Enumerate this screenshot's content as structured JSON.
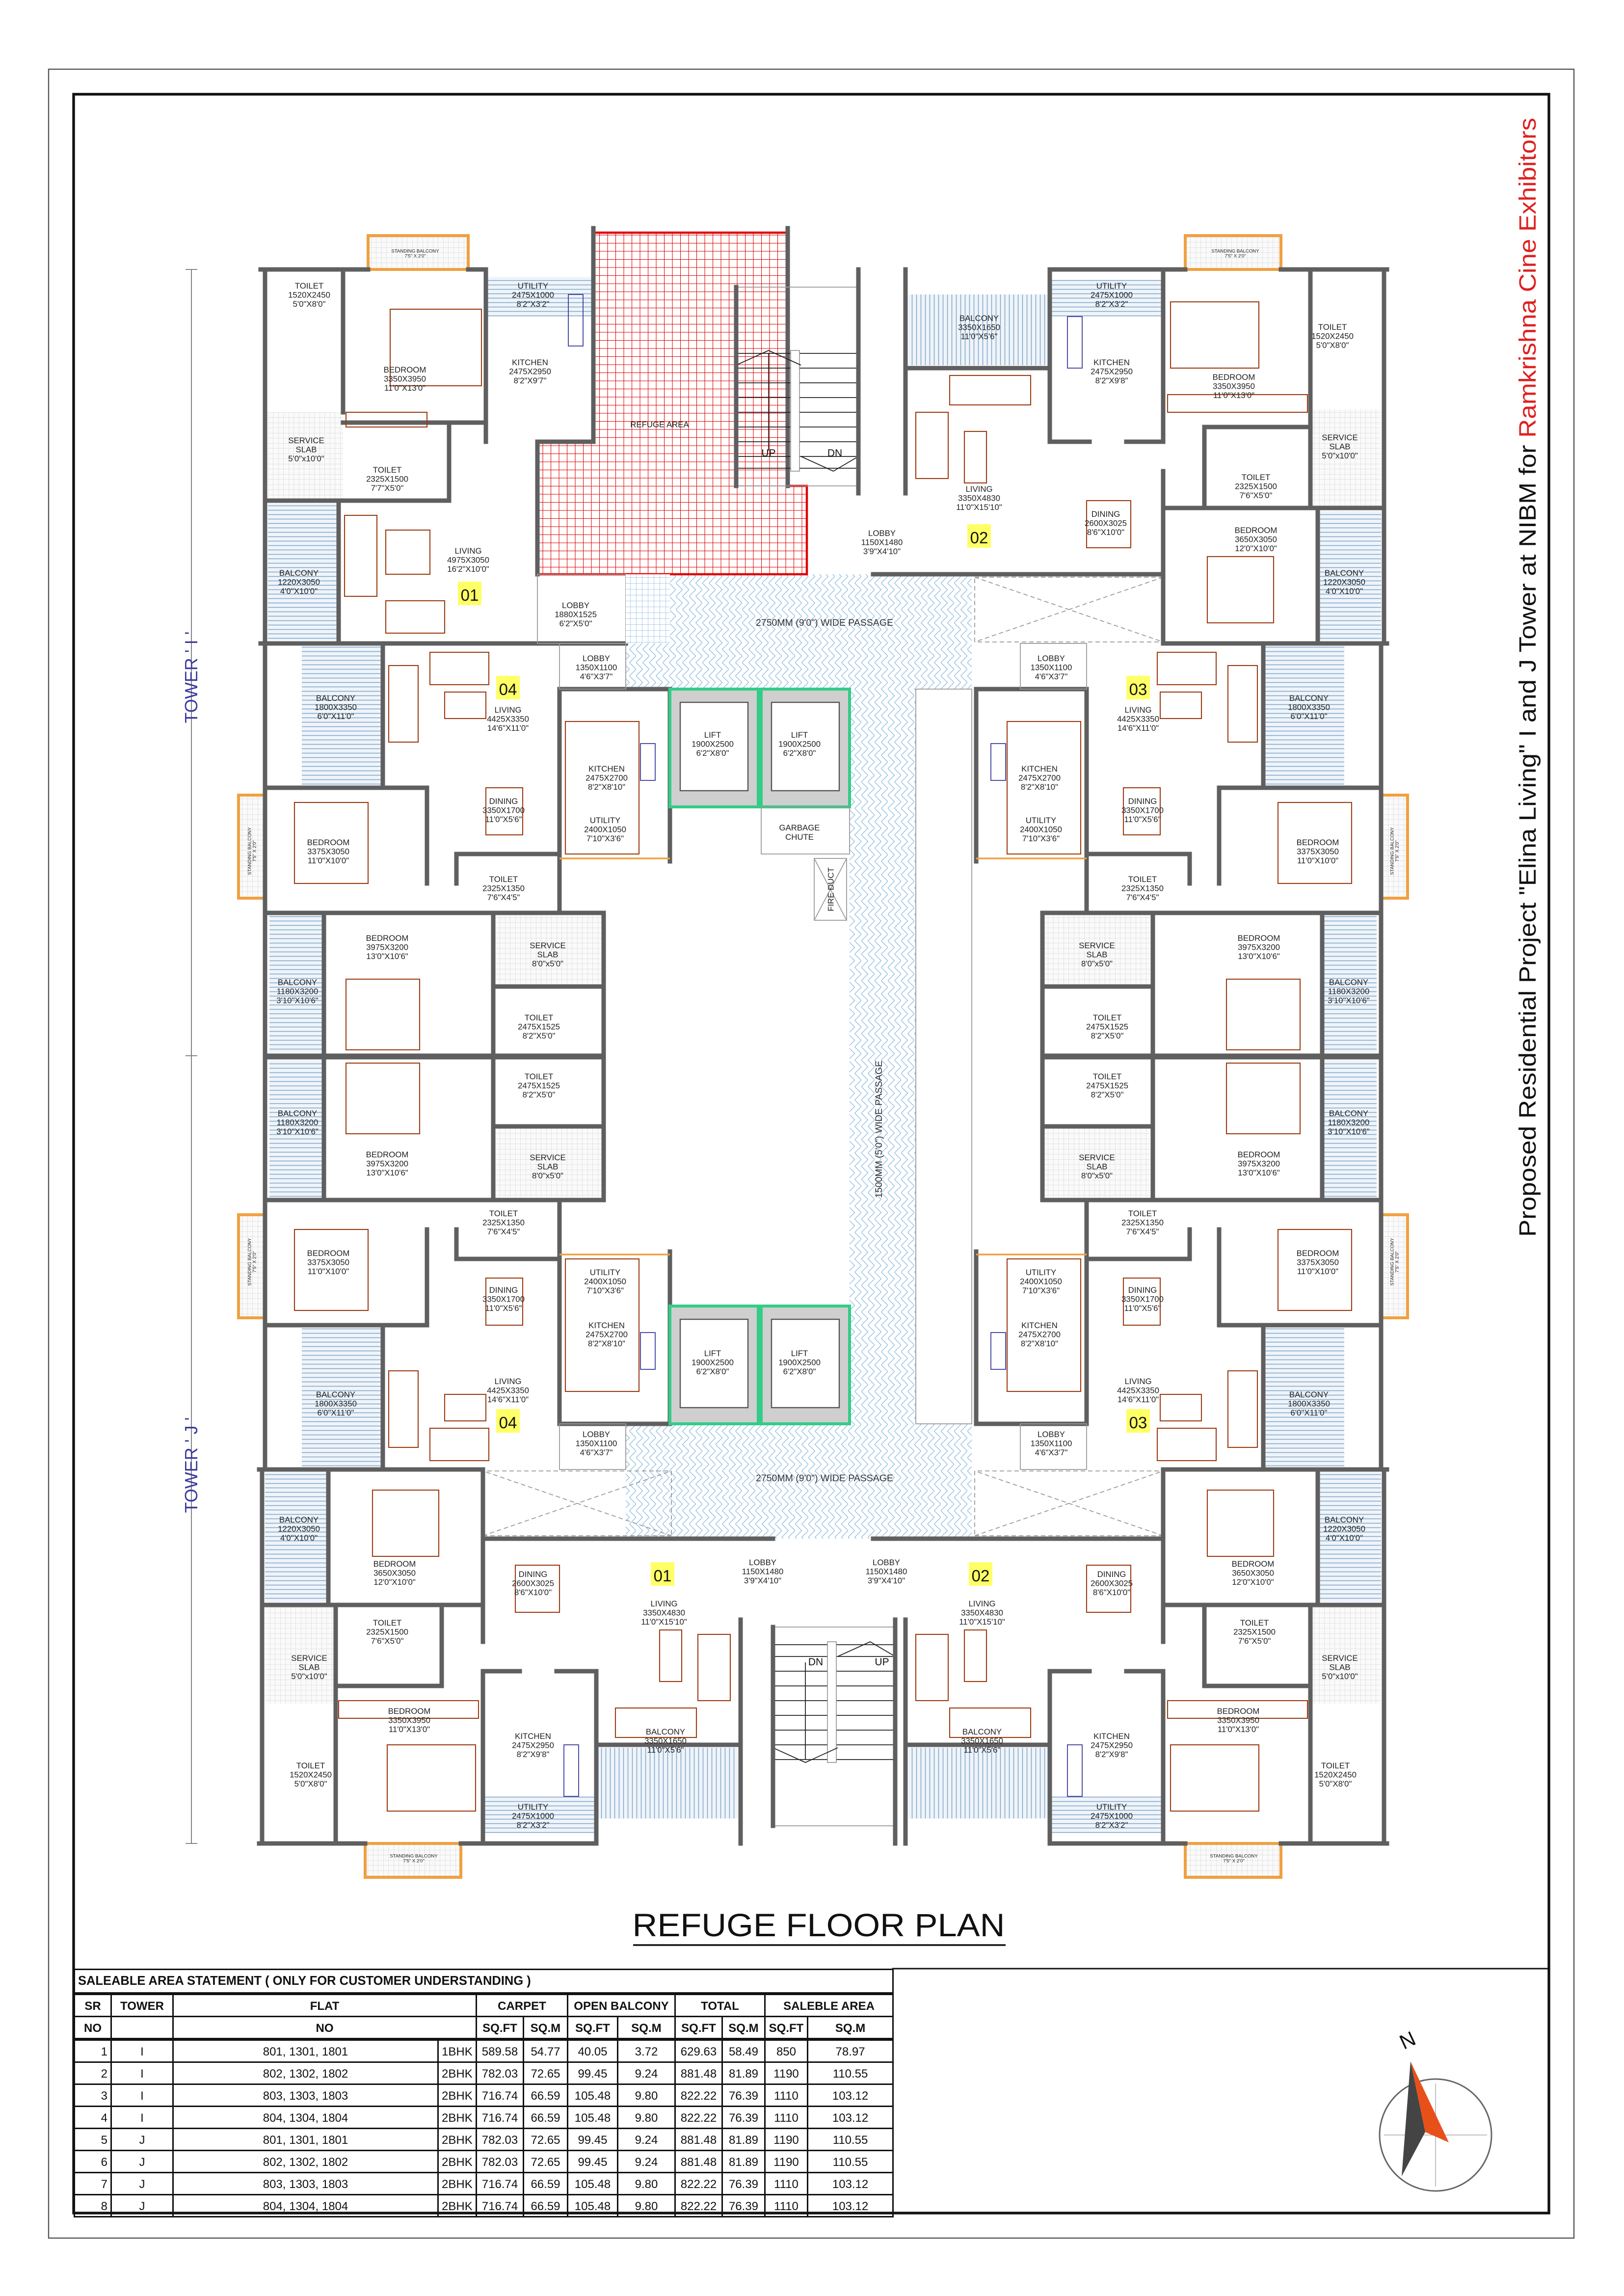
{
  "project_title": {
    "main": "Proposed Residential Project \"Elina Living\" I and J Tower at NIBM for ",
    "client": "Ramkrishna Cine Exhibitors",
    "client_color": "#e02020"
  },
  "plan_title": "REFUGE FLOOR PLAN",
  "towers": [
    "TOWER ' I '",
    "TOWER ' J '"
  ],
  "north_label": "N",
  "colors": {
    "refuge": "#e00000",
    "lift_core": "#33cc88",
    "tag_bg": "#ffff66",
    "standing_balcony": "#f0a040",
    "furniture": "#9b3b12"
  },
  "flat_tags": [
    "01",
    "02",
    "04",
    "03",
    "04",
    "03",
    "01",
    "02"
  ],
  "stairs": [
    "UP",
    "DN",
    "DN",
    "UP"
  ],
  "passages": [
    "2750MM (9'0\") WIDE PASSAGE",
    "1500MM (5'0\") WIDE PASSAGE",
    "2750MM (9'0\") WIDE PASSAGE"
  ],
  "rooms": [
    {
      "n": "STANDING BALCONY",
      "a": "7'5\" X 2'0\""
    },
    {
      "n": "TOILET",
      "a": "1520X2450",
      "b": "5'0\"X8'0\""
    },
    {
      "n": "BEDROOM",
      "a": "3350X3950",
      "b": "11'0\"X13'0\""
    },
    {
      "n": "UTILITY",
      "a": "2475X1000",
      "b": "8'2\"X3'2\""
    },
    {
      "n": "KITCHEN",
      "a": "2475X2950",
      "b": "8'2\"X9'7\""
    },
    {
      "n": "SERVICE",
      "a": "SLAB",
      "b": "5'0\"x10'0\""
    },
    {
      "n": "TOILET",
      "a": "2325X1500",
      "b": "7'7\"X5'0\""
    },
    {
      "n": "LIVING",
      "a": "4975X3050",
      "b": "16'2\"X10'0\""
    },
    {
      "n": "BALCONY",
      "a": "1220X3050",
      "b": "4'0\"X10'0\""
    },
    {
      "n": "LOBBY",
      "a": "1880X1525",
      "b": "6'2\"X5'0\""
    },
    {
      "n": "REFUGE AREA"
    },
    {
      "n": "LOBBY",
      "a": "1150X1480",
      "b": "3'9\"X4'10\""
    },
    {
      "n": "BALCONY",
      "a": "3350X1650",
      "b": "11'0\"X5'6\""
    },
    {
      "n": "UTILITY",
      "a": "2475X1000",
      "b": "8'2\"X3'2\""
    },
    {
      "n": "KITCHEN",
      "a": "2475X2950",
      "b": "8'2\"X9'8\""
    },
    {
      "n": "BEDROOM",
      "a": "3350X3950",
      "b": "11'0\"X13'0\""
    },
    {
      "n": "TOILET",
      "a": "1520X2450",
      "b": "5'0\"X8'0\""
    },
    {
      "n": "SERVICE",
      "a": "SLAB",
      "b": "5'0\"x10'0\""
    },
    {
      "n": "TOILET",
      "a": "2325X1500",
      "b": "7'6\"X5'0\""
    },
    {
      "n": "LIVING",
      "a": "3350X4830",
      "b": "11'0\"X15'10\""
    },
    {
      "n": "DINING",
      "a": "2600X3025",
      "b": "8'6\"X10'0\""
    },
    {
      "n": "BEDROOM",
      "a": "3650X3050",
      "b": "12'0\"X10'0\""
    },
    {
      "n": "BALCONY",
      "a": "1220X3050",
      "b": "4'0\"X10'0\""
    },
    {
      "n": "STANDING BALCONY",
      "a": "7'5\" X 2'0\""
    },
    {
      "n": "LOBBY",
      "a": "1350X1100",
      "b": "4'6\"X3'7\""
    },
    {
      "n": "LIVING",
      "a": "4425X3350",
      "b": "14'6\"X11'0\""
    },
    {
      "n": "BALCONY",
      "a": "1800X3350",
      "b": "6'0\"X11'0\""
    },
    {
      "n": "KITCHEN",
      "a": "2475X2700",
      "b": "8'2\"X8'10\""
    },
    {
      "n": "DINING",
      "a": "3350X1700",
      "b": "11'0\"X5'6\""
    },
    {
      "n": "UTILITY",
      "a": "2400X1050",
      "b": "7'10\"X3'6\""
    },
    {
      "n": "BEDROOM",
      "a": "3375X3050",
      "b": "11'0\"X10'0\""
    },
    {
      "n": "STANDING BALCONY",
      "a": "7'5\" X 2'0\""
    },
    {
      "n": "TOILET",
      "a": "2325X1350",
      "b": "7'6\"X4'5\""
    },
    {
      "n": "BEDROOM",
      "a": "3975X3200",
      "b": "13'0\"X10'6\""
    },
    {
      "n": "SERVICE",
      "a": "SLAB",
      "b": "8'0\"x5'0\""
    },
    {
      "n": "BALCONY",
      "a": "1180X3200",
      "b": "3'10\"X10'6\""
    },
    {
      "n": "TOILET",
      "a": "2475X1525",
      "b": "8'2\"X5'0\""
    },
    {
      "n": "LOBBY",
      "a": "1350X1100",
      "b": "4'6\"X3'7\""
    },
    {
      "n": "LIVING",
      "a": "4425X3350",
      "b": "14'6\"X11'0\""
    },
    {
      "n": "BALCONY",
      "a": "1800X3350",
      "b": "6'0\"X11'0\""
    },
    {
      "n": "KITCHEN",
      "a": "2475X2700",
      "b": "8'2\"X8'10\""
    },
    {
      "n": "DINING",
      "a": "3350X1700",
      "b": "11'0\"X5'6\""
    },
    {
      "n": "UTILITY",
      "a": "2400X1050",
      "b": "7'10\"X3'6\""
    },
    {
      "n": "BEDROOM",
      "a": "3375X3050",
      "b": "11'0\"X10'0\""
    },
    {
      "n": "STANDING BALCONY",
      "a": "7'5\" X 2'0\""
    },
    {
      "n": "TOILET",
      "a": "2325X1350",
      "b": "7'6\"X4'5\""
    },
    {
      "n": "BEDROOM",
      "a": "3975X3200",
      "b": "13'0\"X10'6\""
    },
    {
      "n": "SERVICE",
      "a": "SLAB",
      "b": "8'0\"x5'0\""
    },
    {
      "n": "BALCONY",
      "a": "1180X3200",
      "b": "3'10\"X10'6\""
    },
    {
      "n": "TOILET",
      "a": "2475X1525",
      "b": "8'2\"X5'0\""
    },
    {
      "n": "LIFT",
      "a": "1900X2500",
      "b": "6'2\"X8'0\""
    },
    {
      "n": "LIFT",
      "a": "1900X2500",
      "b": "6'2\"X8'0\""
    },
    {
      "n": "GARBAGE",
      "a": "CHUTE"
    },
    {
      "n": "FIRE DUCT"
    },
    {
      "n": "LIFT",
      "a": "1900X2500",
      "b": "6'2\"X8'0\""
    },
    {
      "n": "LIFT",
      "a": "1900X2500",
      "b": "6'2\"X8'0\""
    },
    {
      "n": "TOILET",
      "a": "2475X1525",
      "b": "8'2\"X5'0\""
    },
    {
      "n": "BALCONY",
      "a": "1180X3200",
      "b": "3'10\"X10'6\""
    },
    {
      "n": "BEDROOM",
      "a": "3975X3200",
      "b": "13'0\"X10'6\""
    },
    {
      "n": "SERVICE",
      "a": "SLAB",
      "b": "8'0\"x5'0\""
    },
    {
      "n": "TOILET",
      "a": "2325X1350",
      "b": "7'6\"X4'5\""
    },
    {
      "n": "BEDROOM",
      "a": "3375X3050",
      "b": "11'0\"X10'0\""
    },
    {
      "n": "STANDING BALCONY",
      "a": "7'5\" X 2'0\""
    },
    {
      "n": "UTILITY",
      "a": "2400X1050",
      "b": "7'10\"X3'6\""
    },
    {
      "n": "DINING",
      "a": "3350X1700",
      "b": "11'0\"X5'6\""
    },
    {
      "n": "KITCHEN",
      "a": "2475X2700",
      "b": "8'2\"X8'10\""
    },
    {
      "n": "BALCONY",
      "a": "1800X3350",
      "b": "6'0\"X11'0\""
    },
    {
      "n": "LIVING",
      "a": "4425X3350",
      "b": "14'6\"X11'0\""
    },
    {
      "n": "LOBBY",
      "a": "1350X1100",
      "b": "4'6\"X3'7\""
    },
    {
      "n": "TOILET",
      "a": "2475X1525",
      "b": "8'2\"X5'0\""
    },
    {
      "n": "BALCONY",
      "a": "1180X3200",
      "b": "3'10\"X10'6\""
    },
    {
      "n": "BEDROOM",
      "a": "3975X3200",
      "b": "13'0\"X10'6\""
    },
    {
      "n": "SERVICE",
      "a": "SLAB",
      "b": "8'0\"x5'0\""
    },
    {
      "n": "TOILET",
      "a": "2325X1350",
      "b": "7'6\"X4'5\""
    },
    {
      "n": "BEDROOM",
      "a": "3375X3050",
      "b": "11'0\"X10'0\""
    },
    {
      "n": "STANDING BALCONY",
      "a": "7'5\" X 2'0\""
    },
    {
      "n": "UTILITY",
      "a": "2400X1050",
      "b": "7'10\"X3'6\""
    },
    {
      "n": "DINING",
      "a": "3350X1700",
      "b": "11'0\"X5'6\""
    },
    {
      "n": "KITCHEN",
      "a": "2475X2700",
      "b": "8'2\"X8'10\""
    },
    {
      "n": "BALCONY",
      "a": "1800X3350",
      "b": "6'0\"X11'0\""
    },
    {
      "n": "LIVING",
      "a": "4425X3350",
      "b": "14'6\"X11'0\""
    },
    {
      "n": "LOBBY",
      "a": "1350X1100",
      "b": "4'6\"X3'7\""
    },
    {
      "n": "BALCONY",
      "a": "1220X3050",
      "b": "4'0\"X10'0\""
    },
    {
      "n": "BEDROOM",
      "a": "3650X3050",
      "b": "12'0\"X10'0\""
    },
    {
      "n": "DINING",
      "a": "2600X3025",
      "b": "8'6\"X10'0\""
    },
    {
      "n": "LIVING",
      "a": "3350X4830",
      "b": "11'0\"X15'10\""
    },
    {
      "n": "LOBBY",
      "a": "1150X1480",
      "b": "3'9\"X4'10\""
    },
    {
      "n": "TOILET",
      "a": "2325X1500",
      "b": "7'6\"X5'0\""
    },
    {
      "n": "SERVICE",
      "a": "SLAB",
      "b": "5'0\"x10'0\""
    },
    {
      "n": "BEDROOM",
      "a": "3350X3950",
      "b": "11'0\"X13'0\""
    },
    {
      "n": "KITCHEN",
      "a": "2475X2950",
      "b": "8'2\"X9'8\""
    },
    {
      "n": "BALCONY",
      "a": "3350X1650",
      "b": "11'0\"X5'6\""
    },
    {
      "n": "TOILET",
      "a": "1520X2450",
      "b": "5'0\"X8'0\""
    },
    {
      "n": "UTILITY",
      "a": "2475X1000",
      "b": "8'2\"X3'2\""
    },
    {
      "n": "STANDING BALCONY",
      "a": "7'5\" X 2'0\""
    },
    {
      "n": "LOBBY",
      "a": "1150X1480",
      "b": "3'9\"X4'10\""
    },
    {
      "n": "LIVING",
      "a": "3350X4830",
      "b": "11'0\"X15'10\""
    },
    {
      "n": "DINING",
      "a": "2600X3025",
      "b": "8'6\"X10'0\""
    },
    {
      "n": "BEDROOM",
      "a": "3650X3050",
      "b": "12'0\"X10'0\""
    },
    {
      "n": "BALCONY",
      "a": "1220X3050",
      "b": "4'0\"X10'0\""
    },
    {
      "n": "TOILET",
      "a": "2325X1500",
      "b": "7'6\"X5'0\""
    },
    {
      "n": "SERVICE",
      "a": "SLAB",
      "b": "5'0\"x10'0\""
    },
    {
      "n": "BEDROOM",
      "a": "3350X3950",
      "b": "11'0\"X13'0\""
    },
    {
      "n": "KITCHEN",
      "a": "2475X2950",
      "b": "8'2\"X9'8\""
    },
    {
      "n": "BALCONY",
      "a": "3350X1650",
      "b": "11'0\"X5'6\""
    },
    {
      "n": "TOILET",
      "a": "1520X2450",
      "b": "5'0\"X8'0\""
    },
    {
      "n": "UTILITY",
      "a": "2475X1000",
      "b": "8'2\"X3'2\""
    },
    {
      "n": "STANDING BALCONY",
      "a": "7'5\" X 2'0\""
    }
  ],
  "table": {
    "title": "SALEABLE AREA STATEMENT ( ONLY FOR CUSTOMER UNDERSTANDING )",
    "headers": {
      "sr": "SR",
      "no": "NO",
      "tower": "TOWER",
      "flat": "FLAT",
      "flat_no": "NO",
      "carpet": "CARPET",
      "open_balcony": "OPEN BALCONY",
      "total": "TOTAL",
      "saleable": "SALEBLE AREA",
      "sqft": "SQ.FT",
      "sqm": "SQ.M"
    },
    "rows": [
      [
        "1",
        "I",
        "801, 1301, 1801",
        "1BHK",
        "589.58",
        "54.77",
        "40.05",
        "3.72",
        "629.63",
        "58.49",
        "850",
        "78.97"
      ],
      [
        "2",
        "I",
        "802, 1302, 1802",
        "2BHK",
        "782.03",
        "72.65",
        "99.45",
        "9.24",
        "881.48",
        "81.89",
        "1190",
        "110.55"
      ],
      [
        "3",
        "I",
        "803, 1303, 1803",
        "2BHK",
        "716.74",
        "66.59",
        "105.48",
        "9.80",
        "822.22",
        "76.39",
        "1110",
        "103.12"
      ],
      [
        "4",
        "I",
        "804, 1304, 1804",
        "2BHK",
        "716.74",
        "66.59",
        "105.48",
        "9.80",
        "822.22",
        "76.39",
        "1110",
        "103.12"
      ],
      [
        "5",
        "J",
        "801, 1301, 1801",
        "2BHK",
        "782.03",
        "72.65",
        "99.45",
        "9.24",
        "881.48",
        "81.89",
        "1190",
        "110.55"
      ],
      [
        "6",
        "J",
        "802, 1302, 1802",
        "2BHK",
        "782.03",
        "72.65",
        "99.45",
        "9.24",
        "881.48",
        "81.89",
        "1190",
        "110.55"
      ],
      [
        "7",
        "J",
        "803, 1303, 1803",
        "2BHK",
        "716.74",
        "66.59",
        "105.48",
        "9.80",
        "822.22",
        "76.39",
        "1110",
        "103.12"
      ],
      [
        "8",
        "J",
        "804, 1304, 1804",
        "2BHK",
        "716.74",
        "66.59",
        "105.48",
        "9.80",
        "822.22",
        "76.39",
        "1110",
        "103.12"
      ]
    ]
  }
}
